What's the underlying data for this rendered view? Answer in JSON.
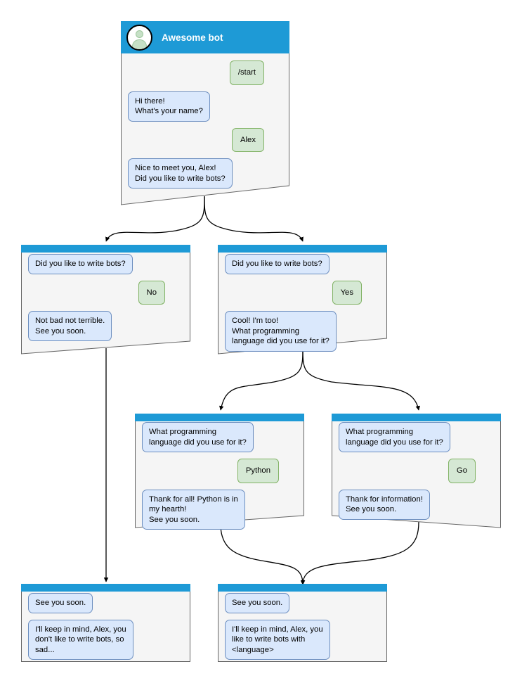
{
  "meta": {
    "diagram_title": "Awesome bot conversation flow",
    "colors": {
      "header_blue": "#1e9ad6",
      "window_body": "#f5f5f5",
      "window_border": "#666666",
      "bot_bubble_bg": "#dae8fc",
      "bot_bubble_border": "#6c8ebf",
      "user_bubble_bg": "#d5e8d4",
      "user_bubble_border": "#82b366",
      "edge_stroke": "#000000",
      "avatar_fill": "#c6e0c6"
    }
  },
  "windows": [
    {
      "id": "root",
      "header_type": "big",
      "title": "Awesome bot",
      "avatar_icon": "person-avatar-icon",
      "messages": [
        {
          "side": "user",
          "text": "/start"
        },
        {
          "side": "bot",
          "text": "Hi there!\nWhat's your name?"
        },
        {
          "side": "user",
          "text": "Alex"
        },
        {
          "side": "bot",
          "text": "Nice to meet you, Alex!\nDid you like to write bots?"
        }
      ]
    },
    {
      "id": "no-branch",
      "header_type": "thin",
      "title": "",
      "messages": [
        {
          "side": "bot",
          "text": "Did you like to write bots?"
        },
        {
          "side": "user",
          "text": "No"
        },
        {
          "side": "bot",
          "text": "Not bad not terrible.\nSee you soon."
        }
      ]
    },
    {
      "id": "yes-branch",
      "header_type": "thin",
      "title": "",
      "messages": [
        {
          "side": "bot",
          "text": "Did you like to write bots?"
        },
        {
          "side": "user",
          "text": "Yes"
        },
        {
          "side": "bot",
          "text": "Cool! I'm too!\nWhat programming\nlanguage did you use for it?"
        }
      ]
    },
    {
      "id": "python-branch",
      "header_type": "thin",
      "title": "",
      "messages": [
        {
          "side": "bot",
          "text": "What programming\nlanguage did you use for it?"
        },
        {
          "side": "user",
          "text": "Python"
        },
        {
          "side": "bot",
          "text": "Thank for all! Python is in\nmy hearth!\nSee you soon."
        }
      ]
    },
    {
      "id": "go-branch",
      "header_type": "thin",
      "title": "",
      "messages": [
        {
          "side": "bot",
          "text": "What programming\nlanguage did you use for it?"
        },
        {
          "side": "user",
          "text": "Go"
        },
        {
          "side": "bot",
          "text": "Thank for information!\nSee you soon."
        }
      ]
    },
    {
      "id": "end-sad",
      "header_type": "thin",
      "title": "",
      "messages": [
        {
          "side": "bot",
          "text": "See you soon."
        },
        {
          "side": "bot",
          "text": "I'll keep in mind, Alex, you\ndon't like to write bots, so\nsad..."
        }
      ]
    },
    {
      "id": "end-happy",
      "header_type": "thin",
      "title": "",
      "messages": [
        {
          "side": "bot",
          "text": "See you soon."
        },
        {
          "side": "bot",
          "text": "I'll keep in mind, Alex, you\nlike to write bots with\n<language>"
        }
      ]
    }
  ],
  "edges": [
    {
      "from": "root",
      "to": "no-branch",
      "kind": "branch"
    },
    {
      "from": "root",
      "to": "yes-branch",
      "kind": "branch"
    },
    {
      "from": "yes-branch",
      "to": "python-branch",
      "kind": "branch"
    },
    {
      "from": "yes-branch",
      "to": "go-branch",
      "kind": "branch"
    },
    {
      "from": "no-branch",
      "to": "end-sad",
      "kind": "straight"
    },
    {
      "from": "python-branch",
      "to": "end-happy",
      "kind": "merge"
    },
    {
      "from": "go-branch",
      "to": "end-happy",
      "kind": "merge"
    }
  ]
}
